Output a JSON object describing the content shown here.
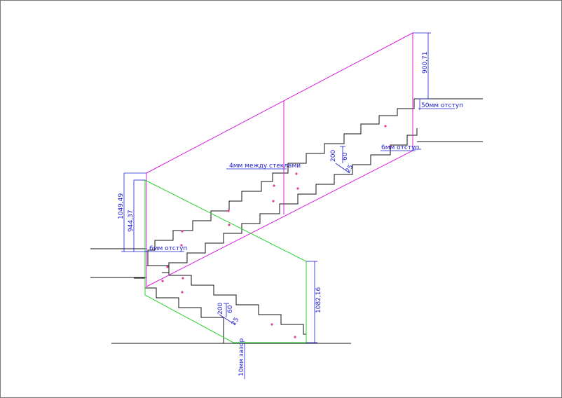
{
  "colors": {
    "outline": "#111111",
    "upper_glass": "#d81ee0",
    "lower_glass": "#2bd12b",
    "dimensions": "#1a1ad0",
    "bolts": "#e0409a"
  },
  "labels": {
    "upper_height": "900,71",
    "upper_offset": "50мм отступ",
    "upper_right_offset": "6мм отступ",
    "between_glass": "4мм между стеклами",
    "upper_step_h": "200",
    "upper_step_w": "60",
    "upper_step_d": "25",
    "left_height_outer": "1049,49",
    "left_height_inner": "944,37",
    "left_offset": "6мм отступ",
    "lower_step_h": "200",
    "lower_step_w": "60",
    "lower_step_d": "25",
    "lower_height": "1082,16",
    "bottom_gap": "10мм зазор"
  }
}
